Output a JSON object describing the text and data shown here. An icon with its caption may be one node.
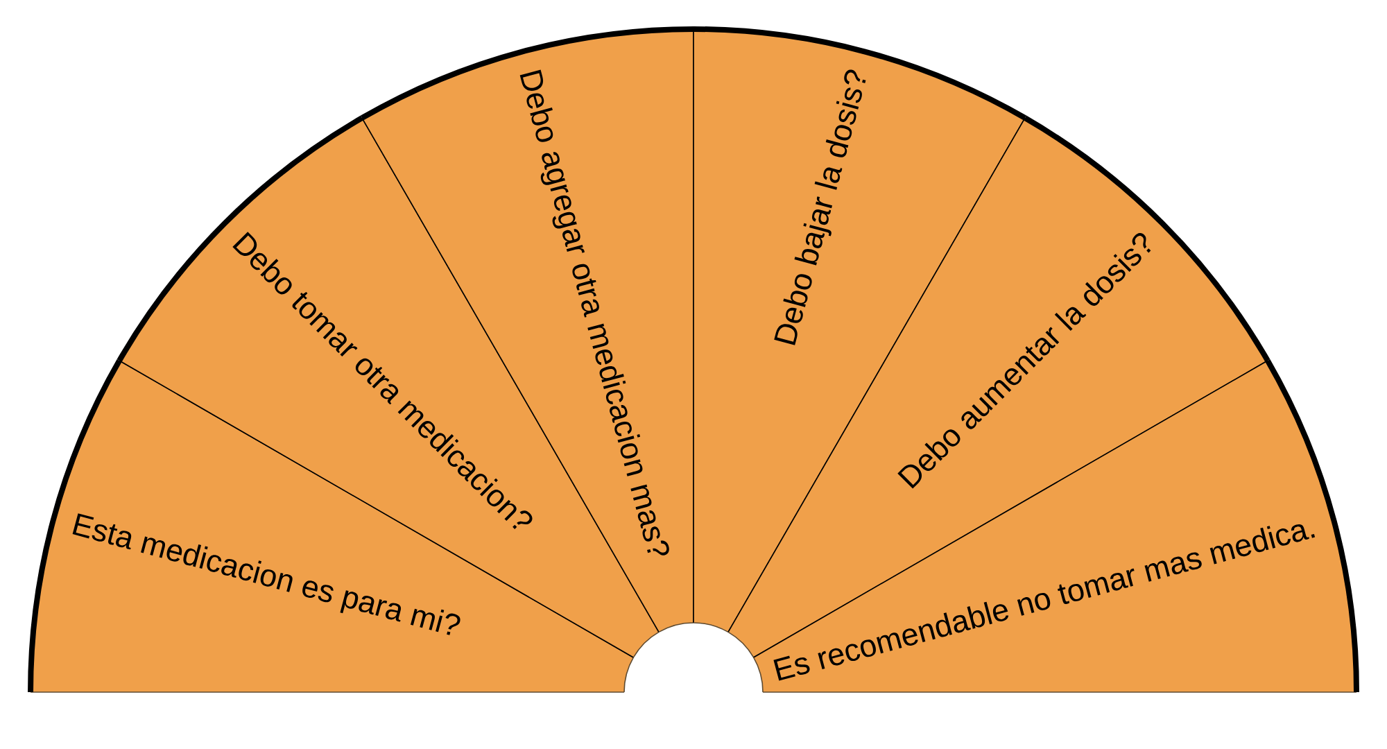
{
  "diagram": {
    "nodes": [
      {
        "text": [
          "Esta medicacion es para mi?"
        ]
      },
      {
        "text": [
          "Debo tomar otra medicacion?"
        ]
      },
      {
        "text": [
          "Debo agregar otra medicacion mas?"
        ]
      },
      {
        "text": [
          "Debo bajar la dosis?"
        ]
      },
      {
        "text": [
          "Debo aumentar la dosis?"
        ]
      },
      {
        "text": [
          "Es recomendable no tomar mas medica."
        ]
      }
    ]
  }
}
